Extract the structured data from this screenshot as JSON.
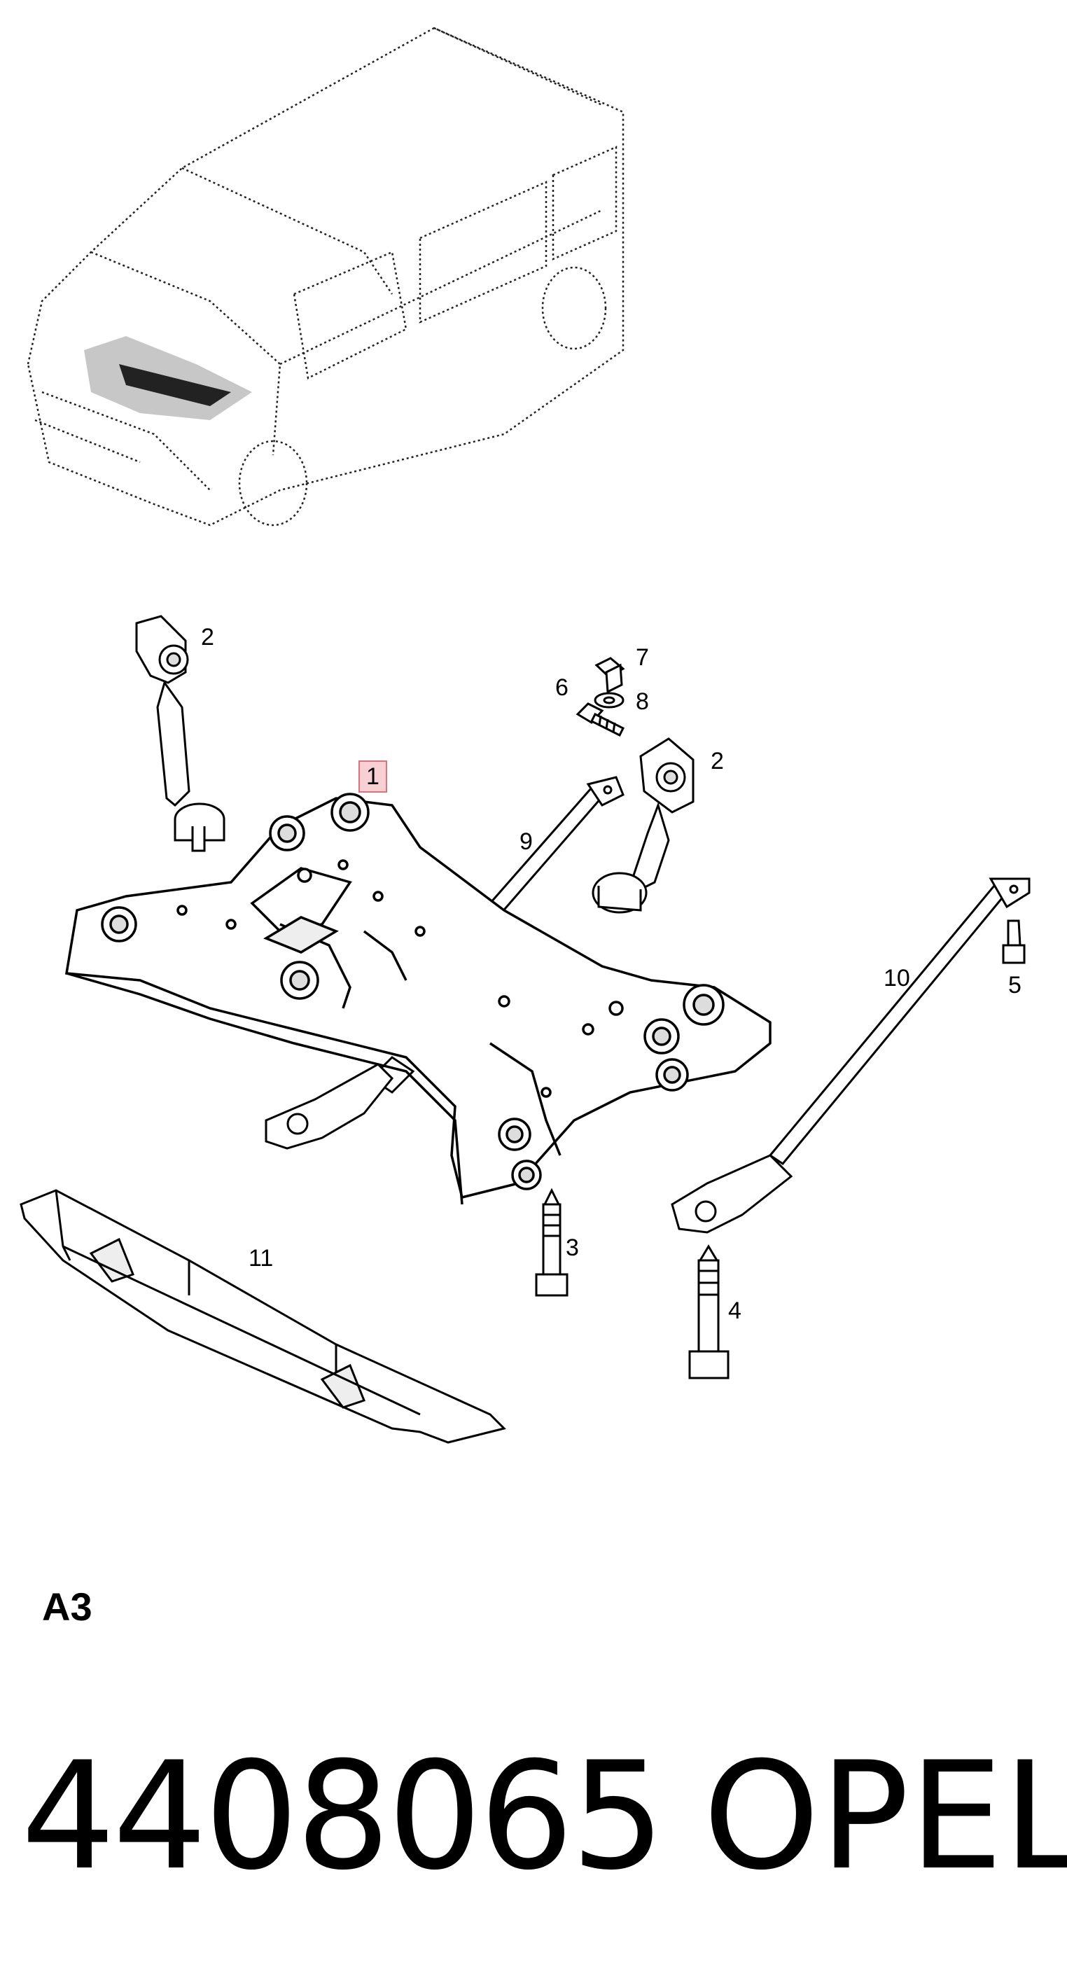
{
  "callouts": {
    "c1": "1",
    "c2a": "2",
    "c2b": "2",
    "c3": "3",
    "c4": "4",
    "c5": "5",
    "c6": "6",
    "c7": "7",
    "c8": "8",
    "c9": "9",
    "c10": "10",
    "c11": "11"
  },
  "highlighted_callout": "1",
  "highlight_color": "#f8d0d4",
  "sheet_code": "A3",
  "part_number": "4408065",
  "brand": "OPEL"
}
